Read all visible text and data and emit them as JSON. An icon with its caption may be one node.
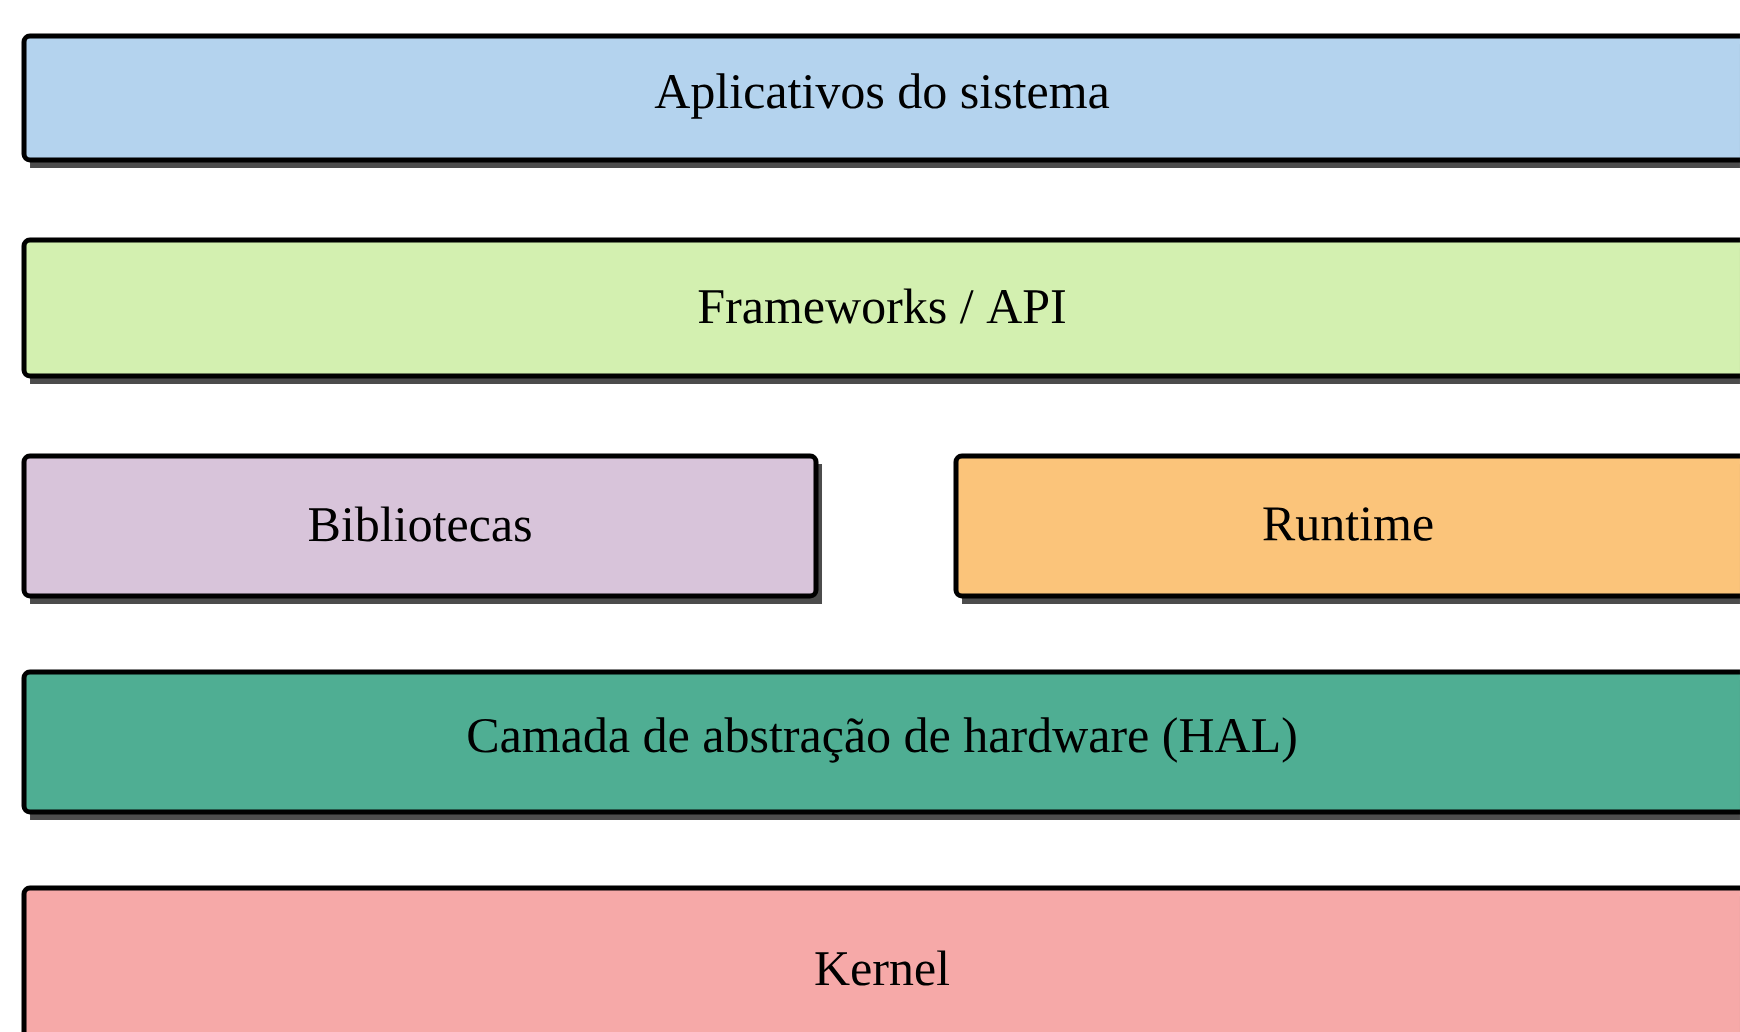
{
  "diagram": {
    "nodes": [
      {
        "text": [
          "Aplicativos do sistema"
        ]
      },
      {
        "text": [
          "Frameworks / API"
        ]
      },
      {
        "text": [
          "Bibliotecas"
        ]
      },
      {
        "text": [
          "Runtime"
        ]
      },
      {
        "text": [
          "Camada de abstração de hardware (HAL)"
        ]
      },
      {
        "text": [
          "Kernel"
        ]
      }
    ]
  }
}
